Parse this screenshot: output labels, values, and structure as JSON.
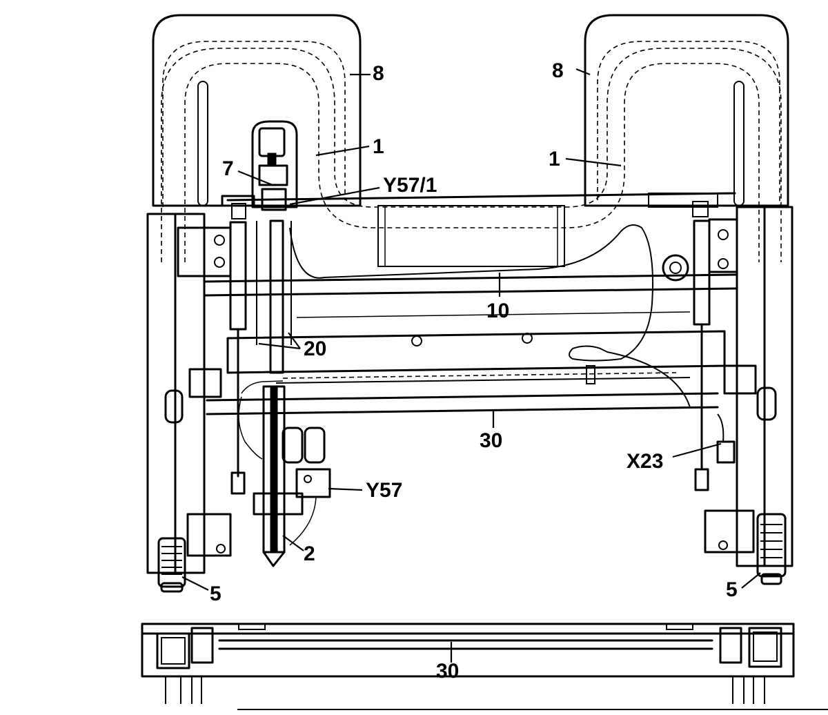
{
  "callouts": {
    "headrest_left": "8",
    "headrest_right": "8",
    "tube_left": "1",
    "tube_right": "1",
    "part7": "7",
    "valve_upper": "Y57/1",
    "line10": "10",
    "part20": "20",
    "bar30_top": "30",
    "connector": "X23",
    "valve_lower": "Y57",
    "part2": "2",
    "spring_left": "5",
    "spring_right": "5",
    "bar30_bottom": "30"
  }
}
